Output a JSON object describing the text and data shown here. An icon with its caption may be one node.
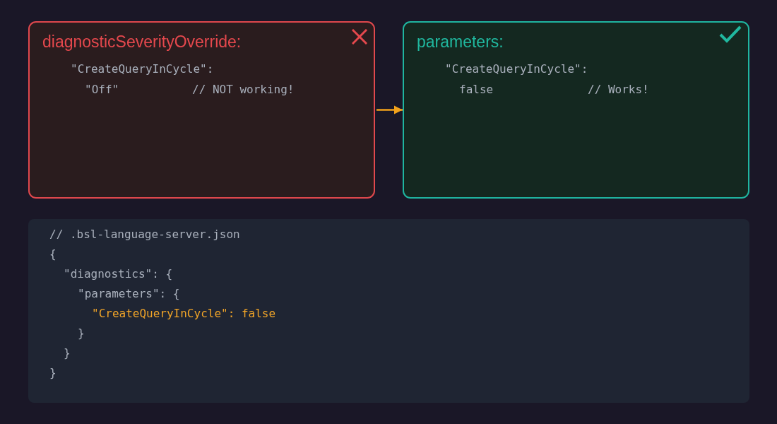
{
  "diagram": {
    "nodes": [
      {
        "text": [
          "diagnosticSeverityOverride:",
          "\"CreateQueryInCycle\":",
          "\"Off\"",
          "// NOT working!"
        ]
      },
      {
        "text": [
          "parameters:",
          "\"CreateQueryInCycle\":",
          "false",
          "// Works!"
        ]
      },
      {
        "text": [
          "// .bsl-language-server.json",
          "{",
          "\"diagnostics\": {",
          "\"parameters\": {",
          "\"CreateQueryInCycle\": false",
          "}",
          "}",
          "}"
        ]
      }
    ],
    "edges": [
      {
        "from": 0,
        "to": 1,
        "arrow": "to"
      }
    ]
  }
}
